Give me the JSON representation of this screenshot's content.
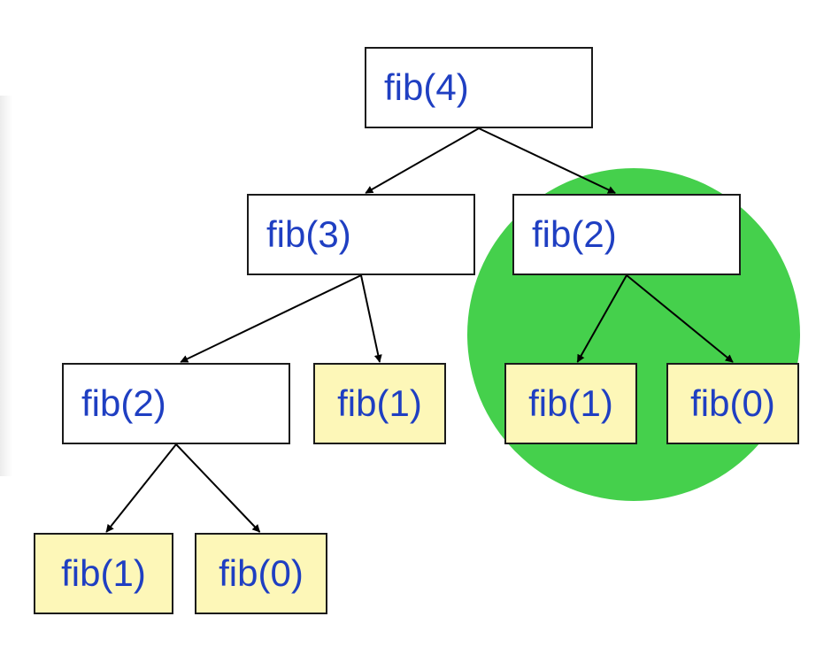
{
  "colors": {
    "text": "#1f3fc2",
    "internal_fill": "#ffffff",
    "leaf_fill": "#fdf7b8",
    "border": "#1a1a1a",
    "highlight": "#45d04c",
    "edge": "#000000"
  },
  "nodes": [
    {
      "id": "n4",
      "label": "fib(4)",
      "kind": "internal"
    },
    {
      "id": "n3",
      "label": "fib(3)",
      "kind": "internal"
    },
    {
      "id": "n2r",
      "label": "fib(2)",
      "kind": "internal",
      "highlighted": true
    },
    {
      "id": "n2l",
      "label": "fib(2)",
      "kind": "internal"
    },
    {
      "id": "n1a",
      "label": "fib(1)",
      "kind": "leaf"
    },
    {
      "id": "n1r",
      "label": "fib(1)",
      "kind": "leaf",
      "highlighted": true
    },
    {
      "id": "n0r",
      "label": "fib(0)",
      "kind": "leaf",
      "highlighted": true
    },
    {
      "id": "n1b",
      "label": "fib(1)",
      "kind": "leaf"
    },
    {
      "id": "n0b",
      "label": "fib(0)",
      "kind": "leaf"
    }
  ],
  "edges": [
    {
      "from": "n4",
      "to": "n3"
    },
    {
      "from": "n4",
      "to": "n2r"
    },
    {
      "from": "n3",
      "to": "n2l"
    },
    {
      "from": "n3",
      "to": "n1a"
    },
    {
      "from": "n2r",
      "to": "n1r"
    },
    {
      "from": "n2r",
      "to": "n0r"
    },
    {
      "from": "n2l",
      "to": "n1b"
    },
    {
      "from": "n2l",
      "to": "n0b"
    }
  ]
}
